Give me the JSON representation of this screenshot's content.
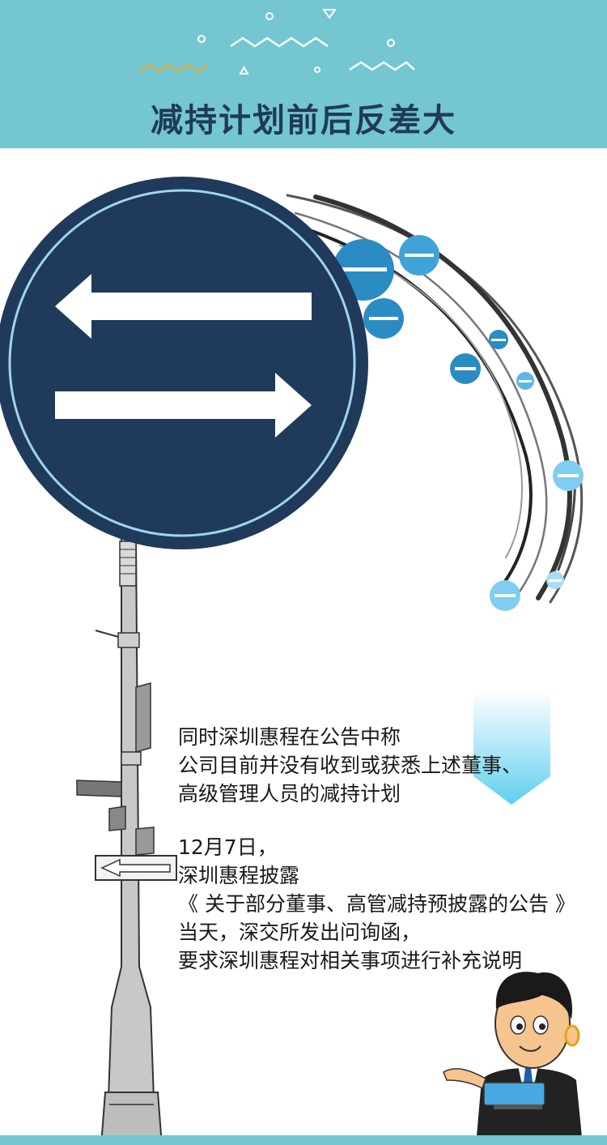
{
  "header": {
    "title": "减持计划前后反差大"
  },
  "paragraphs": [
    {
      "lines": [
        "同时深圳惠程在公告中称",
        "公司目前并没有收到或获悉上述董事、",
        "高级管理人员的减持计划"
      ]
    },
    {
      "lines": [
        "12月7日，",
        "深圳惠程披露",
        "《 关于部分董事、高管减持预披露的公告 》",
        "当天，深交所发出问询函，",
        "要求深圳惠程对相关事项进行补充说明"
      ]
    }
  ],
  "colors": {
    "banner": "#74c6d1",
    "title": "#1f3a5a",
    "sign": "#1f3a5a",
    "accent_blue": "#2b8cc4"
  }
}
